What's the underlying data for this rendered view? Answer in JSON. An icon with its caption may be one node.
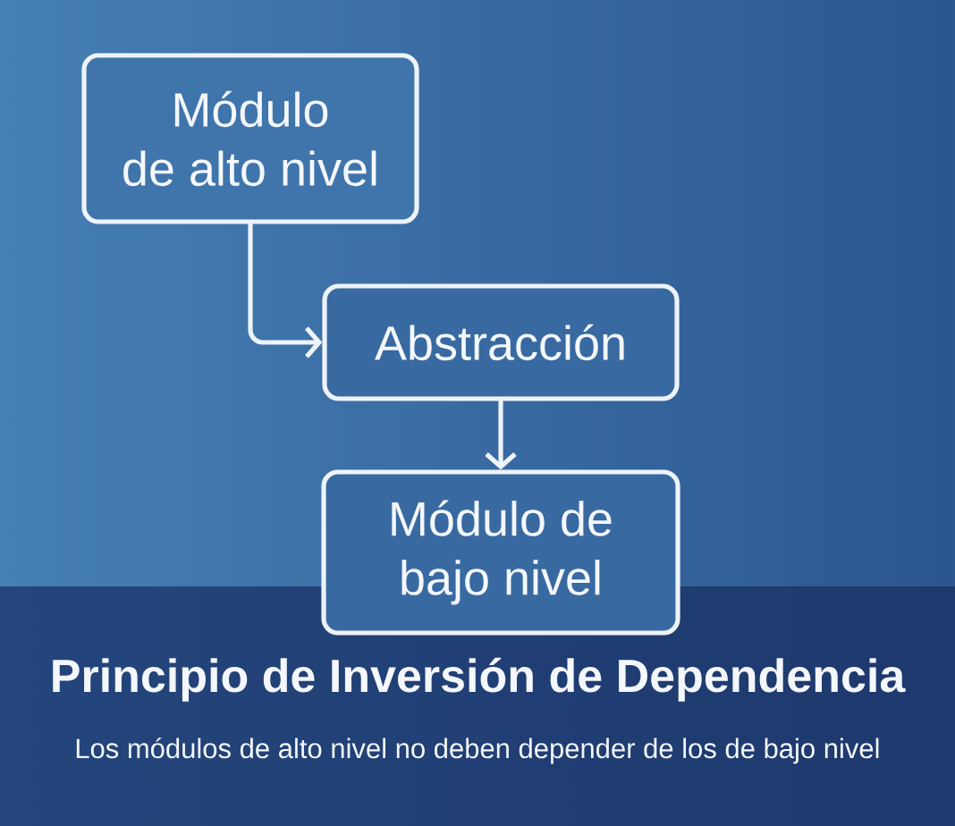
{
  "diagram": {
    "title": "Principio de Inversión de Dependencia",
    "caption": "Los módulos de alto nivel no deben depender de los de bajo nivel",
    "nodes": [
      {
        "text": [
          "Módulo de alto nivel"
        ]
      },
      {
        "text": [
          "Abstracción"
        ]
      },
      {
        "text": [
          "Módulo de bajo nivel"
        ]
      }
    ],
    "edges": [
      {
        "from": 0,
        "to": 1,
        "arrow": "to"
      },
      {
        "from": 1,
        "to": 2,
        "arrow": "to"
      }
    ]
  }
}
